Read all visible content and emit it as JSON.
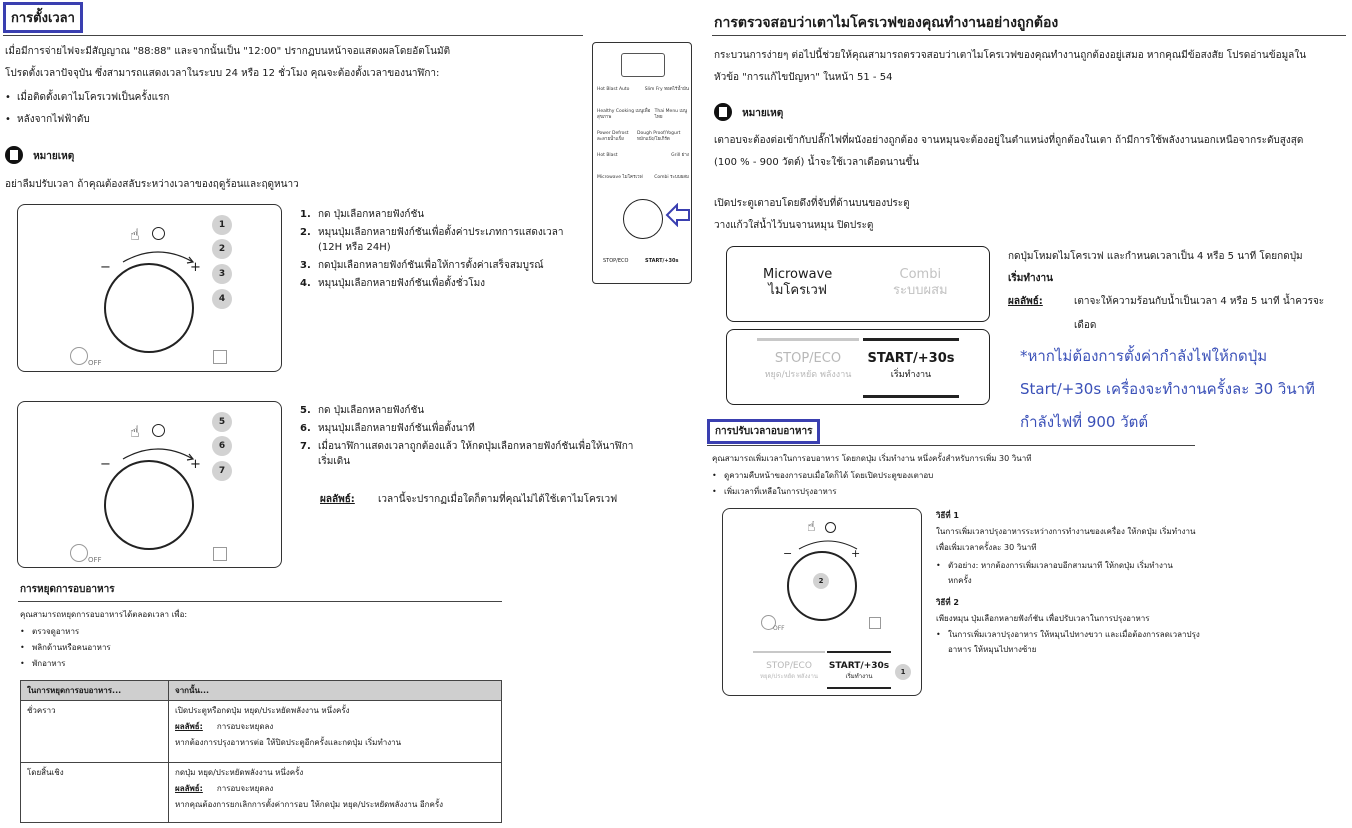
{
  "left": {
    "title": "การตั้งเวลา",
    "intro_line1": "เมื่อมีการจ่ายไฟจะมีสัญญาณ \"88:88\" และจากนั้นเป็น \"12:00\" ปรากฏบนหน้าจอแสดงผลโดยอัตโนมัติ",
    "intro_line2": "โปรดตั้งเวลาปัจจุบัน ซึ่งสามารถแสดงเวลาในระบบ 24 หรือ 12 ชั่วโมง คุณจะต้องตั้งเวลาของนาฬิกา:",
    "bullets": [
      "เมื่อติดตั้งเตาไมโครเวฟเป็นครั้งแรก",
      "หลังจากไฟฟ้าดับ"
    ],
    "note_title": "หมายเหตุ",
    "note_text": "อย่าลืมปรับเวลา ถ้าคุณต้องสลับระหว่างเวลาของฤดูร้อนและฤดูหนาว",
    "steps_a": [
      {
        "num": "1.",
        "text": "กด ปุ่มเลือกหลายฟังก์ชัน"
      },
      {
        "num": "2.",
        "text": "หมุนปุ่มเลือกหลายฟังก์ชันเพื่อตั้งค่าประเภทการแสดงเวลา (12H หรือ 24H)"
      },
      {
        "num": "3.",
        "text": "กดปุ่มเลือกหลายฟังก์ชันเพื่อให้การตั้งค่าเสร็จสมบูรณ์"
      },
      {
        "num": "4.",
        "text": "หมุนปุ่มเลือกหลายฟังก์ชันเพื่อตั้งชั่วโมง"
      }
    ],
    "steps_b": [
      {
        "num": "5.",
        "text": "กด ปุ่มเลือกหลายฟังก์ชัน"
      },
      {
        "num": "6.",
        "text": "หมุนปุ่มเลือกหลายฟังก์ชันเพื่อตั้งนาที"
      },
      {
        "num": "7.",
        "text": "เมื่อนาฬิกาแสดงเวลาถูกต้องแล้ว ให้กดปุ่มเลือกหลายฟังก์ชันเพื่อให้นาฬิกาเริ่มเดิน"
      }
    ],
    "result_label": "ผลลัพธ์:",
    "result_text": "เวลานี้จะปรากฏเมื่อใดก็ตามที่คุณไม่ได้ใช้เตาไมโครเวฟ",
    "badges_a": [
      "1",
      "2",
      "3",
      "4"
    ],
    "badges_b": [
      "5",
      "6",
      "7"
    ],
    "off_label": "OFF",
    "minus": "−",
    "plus": "+",
    "stop_title": "การหยุดการอบอาหาร",
    "stop_intro": "คุณสามารถหยุดการอบอาหารได้ตลอดเวลา เพื่อ:",
    "stop_bullets": [
      "ตรวจดูอาหาร",
      "พลิกด้านหรือคนอาหาร",
      "พักอาหาร"
    ],
    "table": {
      "h1": "ในการหยุดการอบอาหาร...",
      "h2": "จากนั้น...",
      "r1c1": "ชั่วคราว",
      "r1l1": "เปิดประตูหรือกดปุ่ม หยุด/ประหยัดพลังงาน หนึ่งครั้ง",
      "r1res": "ผลลัพธ์:",
      "r1rest": "การอบจะหยุดลง",
      "r1l3": "หากต้องการปรุงอาหารต่อ ให้ปิดประตูอีกครั้งและกดปุ่ม เริ่มทำงาน",
      "r2c1": "โดยสิ้นเชิง",
      "r2l1": "กดปุ่ม หยุด/ประหยัดพลังงาน หนึ่งครั้ง",
      "r2res": "ผลลัพธ์:",
      "r2rest": "การอบจะหยุดลง",
      "r2l3": "หากคุณต้องการยกเลิกการตั้งค่าการอบ ให้กดปุ่ม หยุด/ประหยัดพลังงาน อีกครั้ง"
    },
    "panel_buttons": [
      [
        "Hot Blast Auto",
        "Slim Fry ทอดไร้น้ำมัน"
      ],
      [
        "Healthy Cooking เมนูเพื่อสุขภาพ",
        "Thai Menu เมนูไทย"
      ],
      [
        "Power Defrost ละลายน้ำแข็ง",
        "Dough Proof/Yogurt หมักแป้ง/โยเกิร์ต"
      ],
      [
        "Hot Blast",
        "Grill ย่าง"
      ],
      [
        "Microwave ไมโครเวฟ",
        "Combi ระบบผสม"
      ]
    ],
    "panel_stop": "STOP/ECO",
    "panel_start": "START/+30s"
  },
  "right": {
    "title": "การตรวจสอบว่าเตาไมโครเวฟของคุณทำงานอย่างถูกต้อง",
    "intro_line1": "กระบวนการง่ายๆ ต่อไปนี้ช่วยให้คุณสามารถตรวจสอบว่าเตาไมโครเวฟของคุณทำงานถูกต้องอยู่เสมอ หากคุณมีข้อสงสัย โปรดอ่านข้อมูลใน",
    "intro_line2": "หัวข้อ \"การแก้ไขปัญหา\" ในหน้า 51 - 54",
    "note_title": "หมายเหตุ",
    "note_line1": "เตาอบจะต้องต่อเข้ากับปลั๊กไฟที่ผนังอย่างถูกต้อง จานหมุนจะต้องอยู่ในตำแหน่งที่ถูกต้องในเตา ถ้ามีการใช้พลังงานนอกเหนือจากระดับสูงสุด",
    "note_line2": "(100 % - 900 วัตต์) น้ำจะใช้เวลาเดือดนานขึ้น",
    "open_line1": "เปิดประตูเตาอบโดยดึงที่จับที่ด้านบนของประตู",
    "open_line2": "วางแก้วใส่น้ำไว้บนจานหมุน ปิดประตู",
    "mw_en": "Microwave",
    "mw_th": "ไมโครเวฟ",
    "combi_en": "Combi",
    "combi_th": "ระบบผสม",
    "stop_en": "STOP/ECO",
    "stop_th": "หยุด/ประหยัด พลังงาน",
    "start_en": "START/+30s",
    "start_th": "เริ่มทำงาน",
    "press_line1": "กดปุ่มโหมดไมโครเวฟ และกำหนดเวลาเป็น 4 หรือ 5 นาที โดยกดปุ่ม",
    "press_line2": "เริ่มทำงาน",
    "result_label": "ผลลัพธ์:",
    "result_line1": "เตาจะให้ความร้อนกับน้ำเป็นเวลา 4 หรือ 5 นาที น้ำควรจะ",
    "result_line2": "เดือด",
    "blue_line1": "*หากไม่ต้องการตั้งค่ากำลังไฟให้กดปุ่ม",
    "blue_line2": "Start/+30s เครื่องจะทำงานครั้งละ   30 วินาที",
    "blue_line3": "กำลังไฟที่   900 วัตต์",
    "adjust_title": "การปรับเวลาอบอาหาร",
    "adjust_intro": "คุณสามารถเพิ่มเวลาในการอบอาหาร โดยกดปุ่ม เริ่มทำงาน หนึ่งครั้งสำหรับการเพิ่ม 30 วินาที",
    "adjust_bullets": [
      "ดูความคืบหน้าของการอบเมื่อใดก็ได้ โดยเปิดประตูของเตาอบ",
      "เพิ่มเวลาที่เหลือในการปรุงอาหาร"
    ],
    "method1_title": "วิธีที่ 1",
    "method1_line1": "ในการเพิ่มเวลาปรุงอาหารระหว่างการทำงานของเครื่อง ให้กดปุ่ม เริ่มทำงาน",
    "method1_line2": "เพื่อเพิ่มเวลาครั้งละ 30 วินาที",
    "method1_bullet_l1": "ตัวอย่าง: หากต้องการเพิ่มเวลาอบอีกสามนาที ให้กดปุ่ม เริ่มทำงาน",
    "method1_bullet_l2": "หกครั้ง",
    "method2_title": "วิธีที่ 2",
    "method2_line1": "เพียงหมุน ปุ่มเลือกหลายฟังก์ชัน เพื่อปรับเวลาในการปรุงอาหาร",
    "method2_bullet_l1": "ในการเพิ่มเวลาปรุงอาหาร ให้หมุนไปทางขวา และเมื่อต้องการลดเวลาปรุง",
    "method2_bullet_l2": "อาหาร ให้หมุนไปทางซ้าย",
    "knob_badge": "2",
    "start_badge": "1",
    "off_label": "OFF"
  }
}
